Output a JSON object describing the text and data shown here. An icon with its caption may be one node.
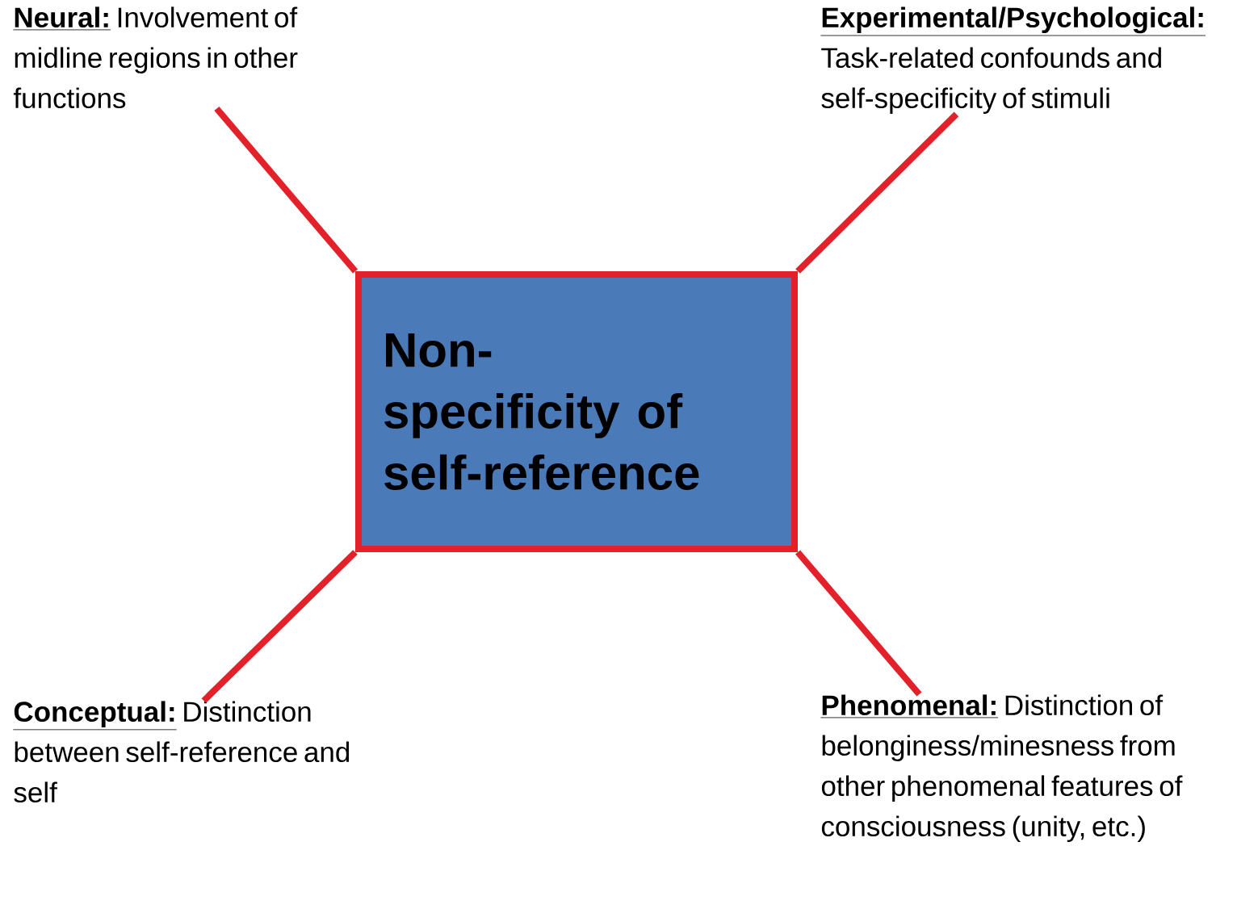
{
  "diagram": {
    "nodes": [
      {
        "text": [
          "Non-specificity of self-reference"
        ]
      },
      {
        "text": [
          "Neural:",
          "Involvement of midline regions in other functions"
        ]
      },
      {
        "text": [
          "Experimental/Psychological:",
          "Task-related confounds and self-specificity of stimuli"
        ]
      },
      {
        "text": [
          "Conceptual:",
          "Distinction between self-reference and self"
        ]
      },
      {
        "text": [
          "Phenomenal:",
          "Distinction of belonginess/minesness from other phenomenal features of consciousness (unity, etc.)"
        ]
      }
    ],
    "edges": [
      {
        "from": 0,
        "to": 1,
        "arrow": "none"
      },
      {
        "from": 0,
        "to": 2,
        "arrow": "none"
      },
      {
        "from": 0,
        "to": 3,
        "arrow": "none"
      },
      {
        "from": 0,
        "to": 4,
        "arrow": "none"
      }
    ]
  }
}
